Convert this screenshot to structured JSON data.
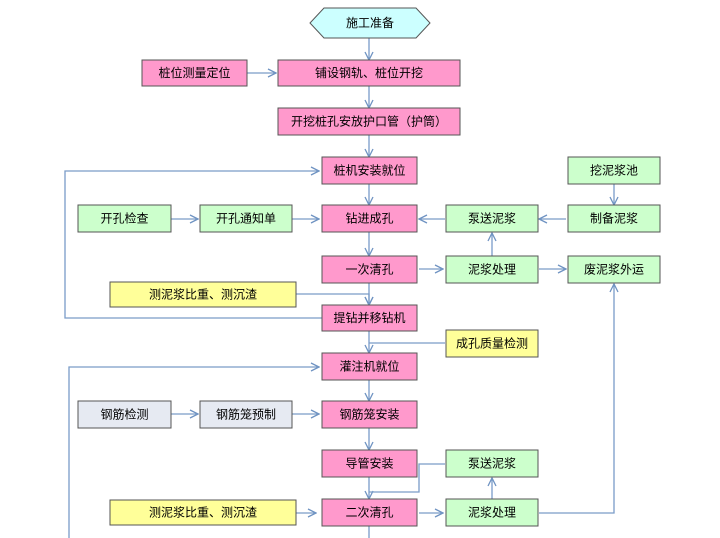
{
  "colors": {
    "pink": "#ff99cc",
    "green": "#ccffcc",
    "yellow": "#ffff99",
    "cyan": "#ccffff",
    "gray": "#e6eaf2",
    "line": "#7a9cc8",
    "border": "#555555"
  },
  "nodes": {
    "start": {
      "label": "施工准备",
      "color": "cyan",
      "shape": "hexagon"
    },
    "pile_survey": {
      "label": "桩位测量定位",
      "color": "pink"
    },
    "lay_rail": {
      "label": "铺设钢轨、桩位开挖",
      "color": "pink"
    },
    "casing": {
      "label": "开挖桩孔安放护口管（护筒）",
      "color": "pink"
    },
    "rig_position": {
      "label": "桩机安装就位",
      "color": "pink"
    },
    "dig_pool": {
      "label": "挖泥浆池",
      "color": "green"
    },
    "hole_check": {
      "label": "开孔检查",
      "color": "green"
    },
    "hole_notice": {
      "label": "开孔通知单",
      "color": "green"
    },
    "drill": {
      "label": "钻进成孔",
      "color": "pink"
    },
    "pump_mud_1": {
      "label": "泵送泥浆",
      "color": "green"
    },
    "prep_mud": {
      "label": "制备泥浆",
      "color": "green"
    },
    "clean_1": {
      "label": "一次清孔",
      "color": "pink"
    },
    "mud_treat_1": {
      "label": "泥浆处理",
      "color": "green"
    },
    "waste_mud": {
      "label": "废泥浆外运",
      "color": "green"
    },
    "measure_1": {
      "label": "测泥浆比重、测沉渣",
      "color": "yellow"
    },
    "lift_drill": {
      "label": "提钻并移钻机",
      "color": "pink"
    },
    "quality_check": {
      "label": "成孔质量检测",
      "color": "yellow"
    },
    "pour_position": {
      "label": "灌注机就位",
      "color": "pink"
    },
    "rebar_check": {
      "label": "钢筋检测",
      "color": "gray"
    },
    "cage_prefab": {
      "label": "钢筋笼预制",
      "color": "gray"
    },
    "cage_install": {
      "label": "钢筋笼安装",
      "color": "pink"
    },
    "pipe_install": {
      "label": "导管安装",
      "color": "pink"
    },
    "pump_mud_2": {
      "label": "泵送泥浆",
      "color": "green"
    },
    "clean_2": {
      "label": "二次清孔",
      "color": "pink"
    },
    "mud_treat_2": {
      "label": "泥浆处理",
      "color": "green"
    },
    "measure_2": {
      "label": "测泥浆比重、测沉渣",
      "color": "yellow"
    }
  }
}
